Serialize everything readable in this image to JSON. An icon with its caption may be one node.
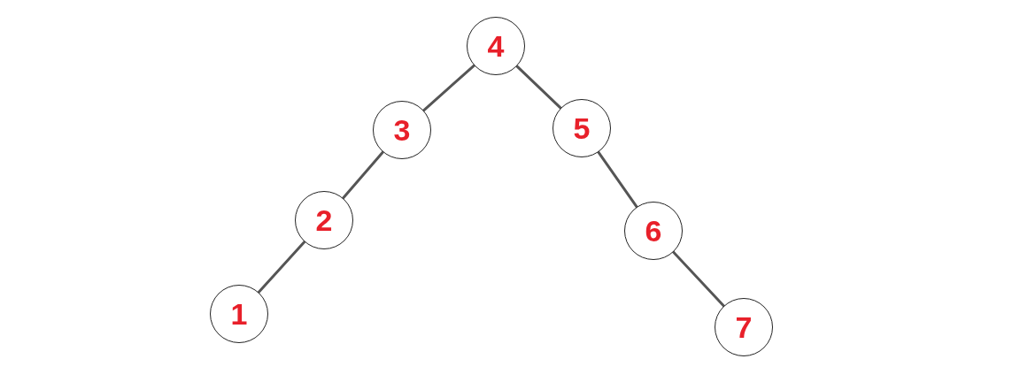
{
  "diagram": {
    "nodes": [
      {
        "text": [
          "4"
        ]
      },
      {
        "text": [
          "3"
        ]
      },
      {
        "text": [
          "5"
        ]
      },
      {
        "text": [
          "2"
        ]
      },
      {
        "text": [
          "6"
        ]
      },
      {
        "text": [
          "1"
        ]
      },
      {
        "text": [
          "7"
        ]
      }
    ],
    "edges": [
      {
        "from": 0,
        "to": 1,
        "arrow": "none"
      },
      {
        "from": 0,
        "to": 2,
        "arrow": "none"
      },
      {
        "from": 1,
        "to": 3,
        "arrow": "none"
      },
      {
        "from": 2,
        "to": 4,
        "arrow": "none"
      },
      {
        "from": 3,
        "to": 5,
        "arrow": "none"
      },
      {
        "from": 4,
        "to": 6,
        "arrow": "none"
      }
    ]
  }
}
